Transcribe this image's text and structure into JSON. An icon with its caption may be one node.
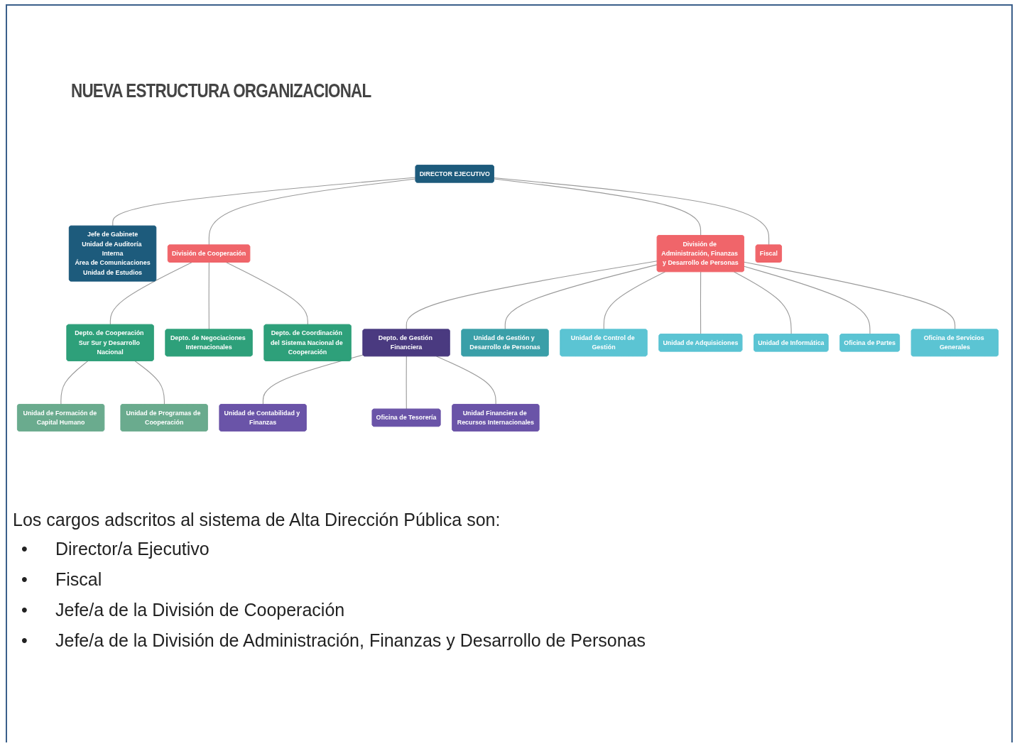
{
  "diagram": {
    "title": "NUEVA ESTRUCTURA ORGANIZACIONAL",
    "nodes": [
      {
        "text": [
          "DIRECTOR EJECUTIVO"
        ]
      },
      {
        "text": [
          "Jefe de Gabinete",
          "Unidad de Auditoría Interna",
          "Área de Comunicaciones",
          "Unidad de Estudios"
        ]
      },
      {
        "text": [
          "División de Cooperación"
        ]
      },
      {
        "text": [
          "División de Administración, Finanzas y Desarrollo de Personas"
        ]
      },
      {
        "text": [
          "Fiscal"
        ]
      },
      {
        "text": [
          "Depto. de Cooperación Sur Sur y Desarrollo Nacional"
        ]
      },
      {
        "text": [
          "Depto. de Negociaciones Internacionales"
        ]
      },
      {
        "text": [
          "Depto. de Coordinación del Sistema Nacional de Cooperación"
        ]
      },
      {
        "text": [
          "Depto. de Gestión Financiera"
        ]
      },
      {
        "text": [
          "Unidad de Gestión y Desarrollo de Personas"
        ]
      },
      {
        "text": [
          "Unidad de Control de Gestión"
        ]
      },
      {
        "text": [
          "Unidad de Adquisiciones"
        ]
      },
      {
        "text": [
          "Unidad de Informática"
        ]
      },
      {
        "text": [
          "Oficina de Partes"
        ]
      },
      {
        "text": [
          "Oficina de Servicios Generales"
        ]
      },
      {
        "text": [
          "Unidad de Formación de Capital Humano"
        ]
      },
      {
        "text": [
          "Unidad de Programas de Cooperación"
        ]
      },
      {
        "text": [
          "Unidad de Contabilidad y Finanzas"
        ]
      },
      {
        "text": [
          "Oficina de Tesorería"
        ]
      },
      {
        "text": [
          "Unidad Financiera de Recursos Internacionales"
        ]
      }
    ],
    "edges": [
      {
        "from": 0,
        "to": 1,
        "arrow": "none"
      },
      {
        "from": 0,
        "to": 2,
        "arrow": "none"
      },
      {
        "from": 0,
        "to": 3,
        "arrow": "none"
      },
      {
        "from": 0,
        "to": 4,
        "arrow": "none"
      },
      {
        "from": 2,
        "to": 5,
        "arrow": "none"
      },
      {
        "from": 2,
        "to": 6,
        "arrow": "none"
      },
      {
        "from": 2,
        "to": 7,
        "arrow": "none"
      },
      {
        "from": 3,
        "to": 8,
        "arrow": "none"
      },
      {
        "from": 3,
        "to": 9,
        "arrow": "none"
      },
      {
        "from": 3,
        "to": 10,
        "arrow": "none"
      },
      {
        "from": 3,
        "to": 11,
        "arrow": "none"
      },
      {
        "from": 3,
        "to": 12,
        "arrow": "none"
      },
      {
        "from": 3,
        "to": 13,
        "arrow": "none"
      },
      {
        "from": 3,
        "to": 14,
        "arrow": "none"
      },
      {
        "from": 5,
        "to": 15,
        "arrow": "none"
      },
      {
        "from": 5,
        "to": 16,
        "arrow": "none"
      },
      {
        "from": 8,
        "to": 17,
        "arrow": "none"
      },
      {
        "from": 8,
        "to": 18,
        "arrow": "none"
      },
      {
        "from": 8,
        "to": 19,
        "arrow": "none"
      }
    ],
    "labels": [
      "Los cargos adscritos al sistema de Alta Dirección Pública son:",
      "•",
      "Director/a Ejecutivo",
      "•",
      "Fiscal",
      "•",
      "Jefe/a de la División de Cooperación",
      "•",
      "Jefe/a de la División de Administración, Finanzas y Desarrollo de Personas"
    ]
  }
}
